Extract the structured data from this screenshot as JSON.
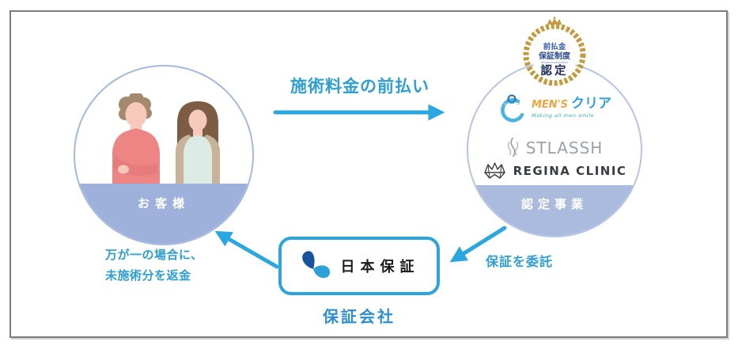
{
  "customer": {
    "label": "お客様"
  },
  "certified": {
    "label": "認定事業",
    "badge": {
      "top": "前払金",
      "middle": "保証制度",
      "bottom": "認定"
    },
    "logos": {
      "mens_clear": {
        "en": "MEN'S",
        "jp": "クリア",
        "tagline": "Making all men smile"
      },
      "stlassh": {
        "name": "STLASSH"
      },
      "regina_clinic": {
        "name": "REGINA CLINIC"
      }
    }
  },
  "guarantor": {
    "company": "日本保証",
    "caption": "保証会社"
  },
  "flows": {
    "prepayment": {
      "label": "施術料金の前払い"
    },
    "entrust": {
      "label": "保証を委託"
    },
    "refund": {
      "line1": "万が一の場合に、",
      "line2": "未施術分を返金"
    }
  },
  "colors": {
    "arrow_blue": "#29a7e1",
    "label_blue": "#2b9fd6",
    "band_left": "#9db1db",
    "band_right": "#aabbde",
    "badge_gold": "#c49a3c",
    "badge_navy": "#1e2d5a",
    "mens_orange": "#f2a43e",
    "stlassh_gray": "#9aa1ab",
    "petal_dark": "#17549f",
    "petal_light": "#2d9fd9"
  }
}
